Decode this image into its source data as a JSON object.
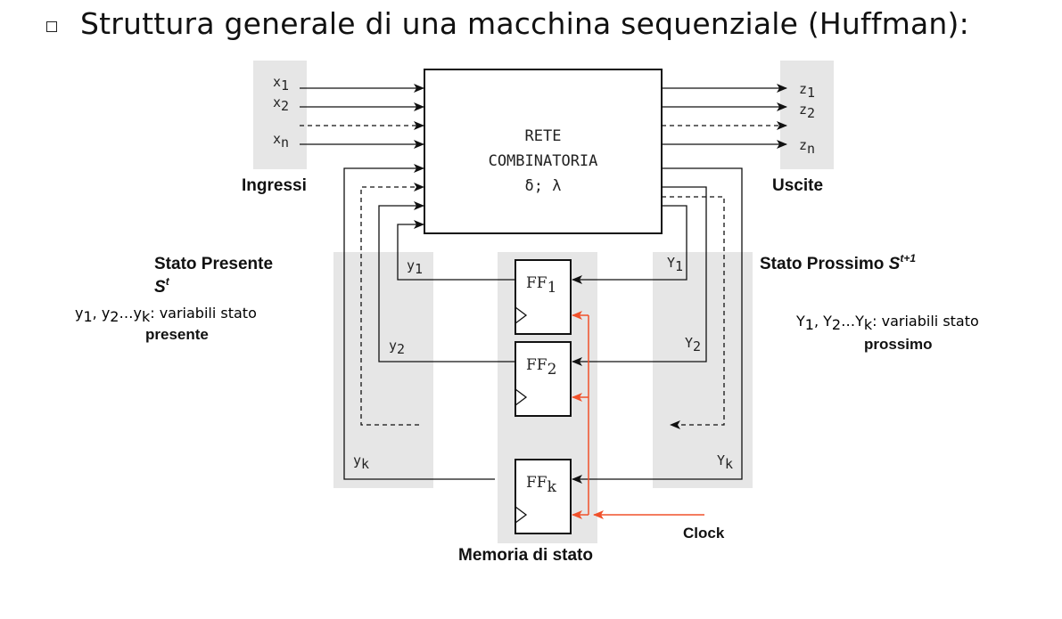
{
  "title": "Struttura generale di una macchina sequenziale (Huffman):",
  "combinational": {
    "line1": "RETE",
    "line2": "COMBINATORIA",
    "line3": "δ; λ"
  },
  "inputs": {
    "label": "Ingressi",
    "x1": "x",
    "x1_sub": "1",
    "x2": "x",
    "x2_sub": "2",
    "xn": "x",
    "xn_sub": "n"
  },
  "outputs": {
    "label": "Uscite",
    "z1": "z",
    "z1_sub": "1",
    "z2": "z",
    "z2_sub": "2",
    "zn": "z",
    "zn_sub": "n"
  },
  "present_state": {
    "label_line1": "Stato Presente",
    "label_s": "S",
    "label_s_sup": "t",
    "vars_y1": "y",
    "vars_y1_sub": "1",
    "vars_mid": ", ",
    "vars_y2": "y",
    "vars_y2_sub": "2",
    "vars_dots": "…",
    "vars_yk": "y",
    "vars_yk_sub": "k",
    "vars_desc": ": variabili stato",
    "vars_desc2": "presente",
    "y1": "y",
    "y1_sub": "1",
    "y2": "y",
    "y2_sub": "2",
    "yk": "y",
    "yk_sub": "k"
  },
  "next_state": {
    "label": "Stato Prossimo ",
    "label_s": "S",
    "label_s_sup": "t+1",
    "vars_Y1": "Y",
    "vars_Y1_sub": "1",
    "vars_mid": ", ",
    "vars_Y2": "Y",
    "vars_Y2_sub": "2",
    "vars_dots": "…",
    "vars_Yk": "Y",
    "vars_Yk_sub": "k",
    "vars_desc": ": variabili stato",
    "vars_desc2": "prossimo",
    "Y1": "Y",
    "Y1_sub": "1",
    "Y2": "Y",
    "Y2_sub": "2",
    "Yk": "Y",
    "Yk_sub": "k"
  },
  "flipflops": {
    "ff1": "FF",
    "ff1_sub": "1",
    "ff2": "FF",
    "ff2_sub": "2",
    "ffk": "FF",
    "ffk_sub": "k"
  },
  "memory_label": "Memoria di stato",
  "clock_label": "Clock",
  "colors": {
    "clock_wire": "#f0502a",
    "shade": "#e6e6e6",
    "line": "#111111"
  }
}
